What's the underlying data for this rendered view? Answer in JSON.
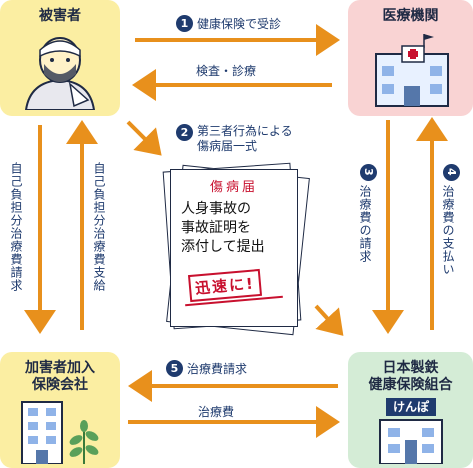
{
  "nodes": {
    "victim": "被害者",
    "medical": "医療機関",
    "insurer": "加害者加入\n保険会社",
    "union": "日本製鉄\n健康保険組合"
  },
  "union_sign": "けんぽ",
  "steps": {
    "s1": {
      "num": "1",
      "text": "健康保険で受診"
    },
    "exam": "検査・診療",
    "s2": {
      "num": "2",
      "text": "第三者行為による\n傷病届一式"
    },
    "s3": {
      "num": "3",
      "text": "治療費の請求"
    },
    "s4": {
      "num": "4",
      "text": "治療費の支払い"
    },
    "s5": {
      "num": "5",
      "text": "治療費請求"
    },
    "fee": "治療費",
    "left_down": "自己負担分治療費請求",
    "left_up": "自己負担分治療費支給"
  },
  "document": {
    "heading": "傷病届",
    "body": "人身事故の\n事故証明を\n添付して提出",
    "stamp": "迅速に!"
  },
  "colors": {
    "victim_bg": "#fbeea2",
    "medical_bg": "#f9d3d3",
    "insurer_bg": "#fbeea2",
    "union_bg": "#d4ecd6",
    "arrow": "#e8901c",
    "number_circle": "#1f3b6e",
    "stamp": "#c8102e"
  }
}
